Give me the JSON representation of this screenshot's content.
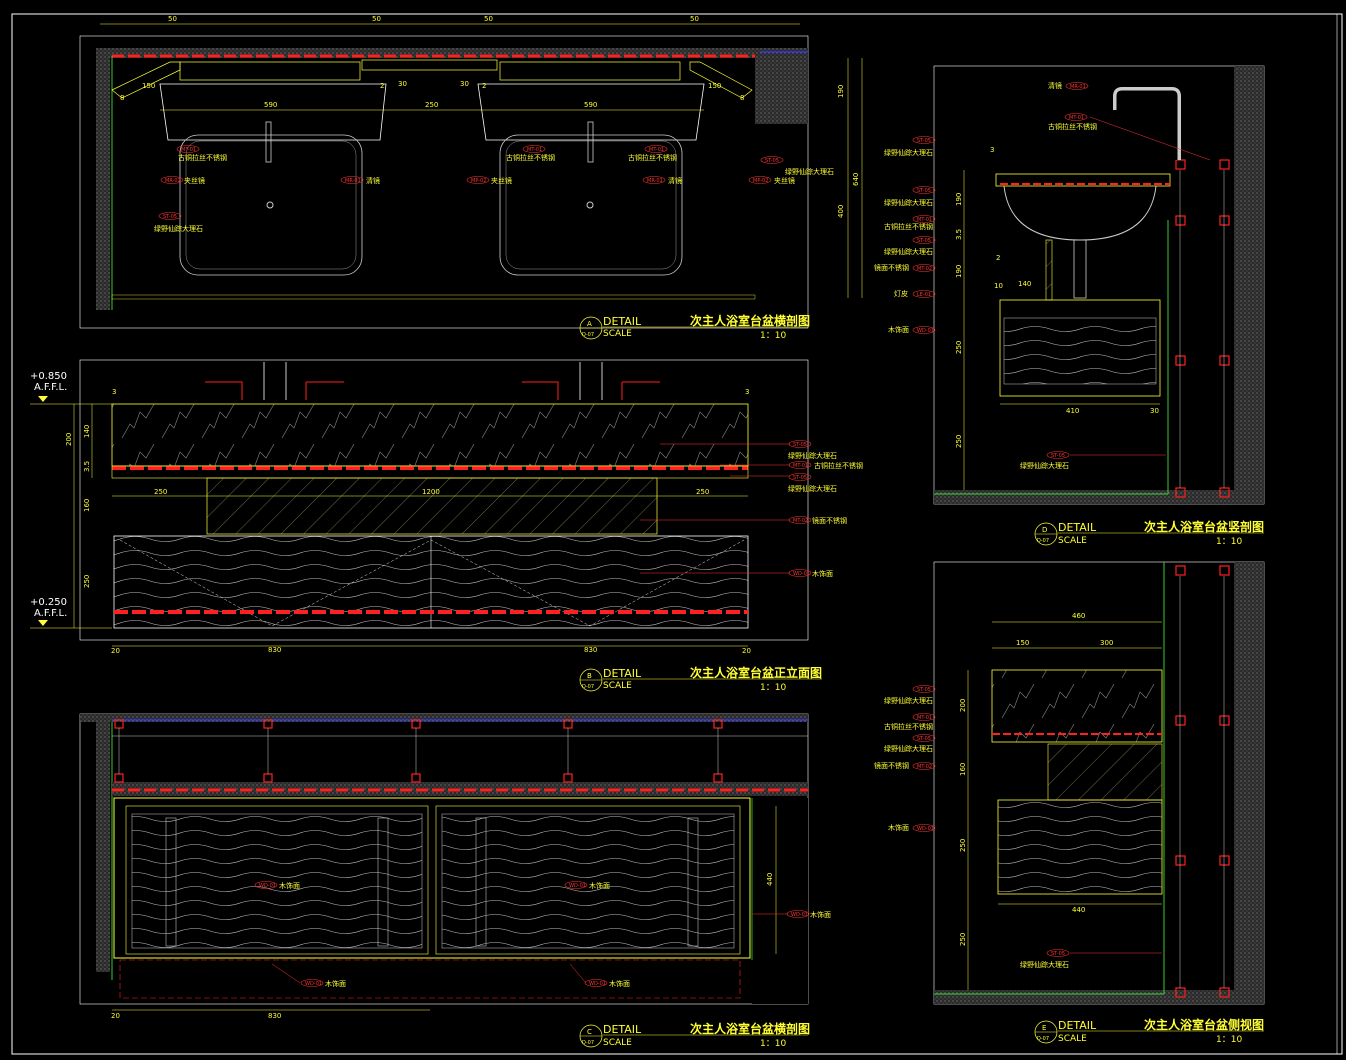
{
  "colors": {
    "background": "#000000",
    "frame": "#ffffff",
    "text": "#ffff33",
    "accent": "#ff2020",
    "green": "#33cc33",
    "blue": "#3333ff",
    "gray": "#3a3a3a"
  },
  "views": {
    "A": {
      "letter": "A",
      "sheet": "D-07",
      "label": "DETAIL",
      "scale_label": "SCALE",
      "title": "次主人浴室台盆横剖图",
      "scale": "1：10"
    },
    "B": {
      "letter": "B",
      "sheet": "D-07",
      "label": "DETAIL",
      "scale_label": "SCALE",
      "title": "次主人浴室台盆正立面图",
      "scale": "1：10"
    },
    "C": {
      "letter": "C",
      "sheet": "D-07",
      "label": "DETAIL",
      "scale_label": "SCALE",
      "title": "次主人浴室台盆横剖图",
      "scale": "1：10"
    },
    "D": {
      "letter": "D",
      "sheet": "D-07",
      "label": "DETAIL",
      "scale_label": "SCALE",
      "title": "次主人浴室台盆竖剖图",
      "scale": "1：10"
    },
    "E": {
      "letter": "E",
      "sheet": "D-07",
      "label": "DETAIL",
      "scale_label": "SCALE",
      "title": "次主人浴室台盆侧视图",
      "scale": "1：10"
    }
  },
  "levels": {
    "top": "+0.850",
    "bottom": "+0.250",
    "affl": "A.F.F.L."
  },
  "dims": {
    "a_top": [
      "50",
      "50",
      "50",
      "50"
    ],
    "a_mid": [
      "590",
      "250",
      "590"
    ],
    "a_side": [
      "150",
      "150"
    ],
    "a_small": [
      "2",
      "30",
      "30",
      "2",
      "8",
      "8"
    ],
    "a_right": [
      "190",
      "400",
      "640"
    ],
    "b_row": [
      "250",
      "1200",
      "250"
    ],
    "b_bottom": [
      "20",
      "830",
      "830",
      "20"
    ],
    "b_left": [
      "200",
      "160",
      "250"
    ],
    "b_small": [
      "140",
      "3.5",
      "3",
      "3"
    ],
    "c_bottom": [
      "20",
      "830"
    ],
    "c_right": [
      "440"
    ],
    "d_left": [
      "3",
      "190",
      "3.5",
      "2",
      "190",
      "250",
      "250"
    ],
    "d_mid": [
      "10",
      "140",
      "410",
      "30"
    ],
    "e_top": [
      "460",
      "150",
      "300"
    ],
    "e_left": [
      "200",
      "160",
      "250",
      "250"
    ],
    "e_bottom": [
      "440"
    ]
  },
  "callouts_a": [
    {
      "tag": "MT-01",
      "text": "古铜拉丝不锈钢"
    },
    {
      "tag": "MR-02",
      "text": "夹丝镜"
    },
    {
      "tag": "MR-01",
      "text": "清镜"
    },
    {
      "tag": "ST-05",
      "text": "绿野仙踪大理石"
    },
    {
      "tag": "MT-01",
      "text": "古铜拉丝不锈钢"
    },
    {
      "tag": "MP-02",
      "text": "夹丝镜"
    },
    {
      "tag": "MT-01",
      "text": "古铜拉丝不锈钢"
    },
    {
      "tag": "MR-01",
      "text": "清镜"
    },
    {
      "tag": "MP-02",
      "text": "夹丝镜"
    },
    {
      "tag": "ST-05",
      "text": "绿野仙踪大理石"
    }
  ],
  "callouts_b": [
    {
      "tag": "ST-05",
      "text": "绿野仙踪大理石"
    },
    {
      "tag": "MT-01",
      "text": "古铜拉丝不锈钢"
    },
    {
      "tag": "ST-05",
      "text": "绿野仙踪大理石"
    },
    {
      "tag": "MT-02",
      "text": "镜面不锈钢"
    },
    {
      "tag": "WD-01",
      "text": "木饰面"
    }
  ],
  "callouts_c": [
    {
      "tag": "WD-01",
      "text": "木饰面"
    },
    {
      "tag": "WD-01",
      "text": "木饰面"
    },
    {
      "tag": "WD-01",
      "text": "木饰面"
    },
    {
      "tag": "WD-01",
      "text": "木饰面"
    },
    {
      "tag": "WD-01",
      "text": "木饰面"
    }
  ],
  "callouts_d": [
    {
      "tag": "MR-01",
      "text": "清镜"
    },
    {
      "tag": "MT-01",
      "text": "古铜拉丝不锈钢"
    },
    {
      "tag": "ST-05",
      "text": "绿野仙踪大理石"
    },
    {
      "tag": "ST-05",
      "text": "绿野仙踪大理石"
    },
    {
      "tag": "MT-01",
      "text": "古铜拉丝不锈钢"
    },
    {
      "tag": "ST-05",
      "text": "绿野仙踪大理石"
    },
    {
      "tag": "MT-02",
      "text": "镜面不锈钢"
    },
    {
      "tag": "LE-01",
      "text": "灯皮"
    },
    {
      "tag": "WD-01",
      "text": "木饰面"
    },
    {
      "tag": "ST-05",
      "text": "绿野仙踪大理石"
    }
  ],
  "callouts_e": [
    {
      "tag": "ST-05",
      "text": "绿野仙踪大理石"
    },
    {
      "tag": "MT-01",
      "text": "古铜拉丝不锈钢"
    },
    {
      "tag": "ST-05",
      "text": "绿野仙踪大理石"
    },
    {
      "tag": "MT-02",
      "text": "镜面不锈钢"
    },
    {
      "tag": "WD-01",
      "text": "木饰面"
    },
    {
      "tag": "ST-05",
      "text": "绿野仙踪大理石"
    }
  ]
}
